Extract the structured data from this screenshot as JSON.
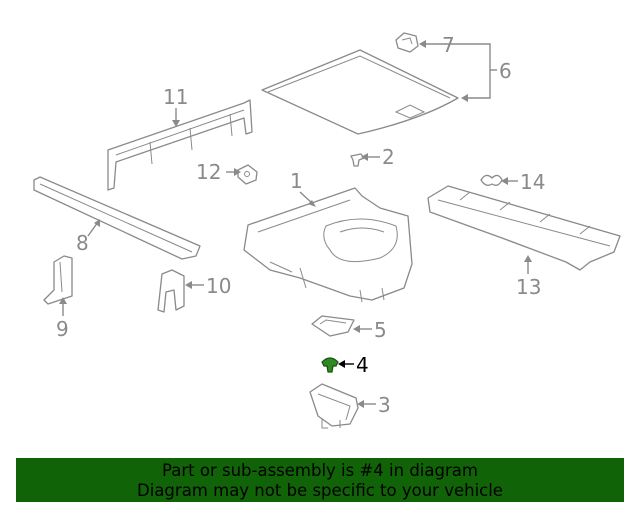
{
  "diagram": {
    "callouts": [
      "1",
      "2",
      "3",
      "4",
      "5",
      "6",
      "7",
      "8",
      "9",
      "10",
      "11",
      "12",
      "13",
      "14"
    ],
    "highlight_color": "#2e8b1f",
    "part_color": "#8a8a8a"
  },
  "banner": {
    "line1": "Part or sub-assembly is #4 in diagram",
    "line2": "Diagram may not be specific to your vehicle",
    "background": "#116307"
  }
}
